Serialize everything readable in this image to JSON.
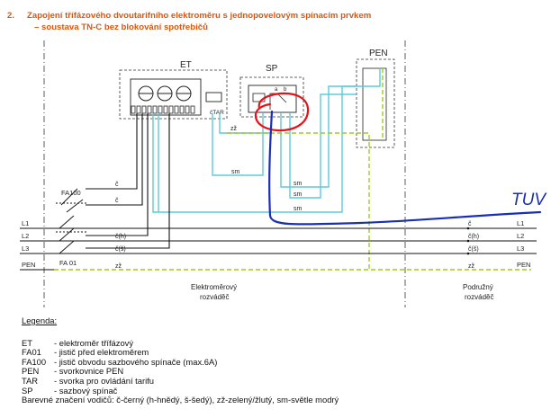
{
  "title": {
    "number": "2.",
    "line1": "Zapojení třífázového dvoutarifního elektroměru s jednopovelovým spínacím prvkem",
    "line2": "– soustava TN-C bez blokování spotřebičů"
  },
  "blocks": {
    "et": "ET",
    "sp": "SP",
    "pen": "PEN",
    "tar": "čTAR",
    "sp_a": "a",
    "sp_b": "b"
  },
  "breakers": {
    "fa100": "FA100",
    "fa01": "FA 01"
  },
  "lines": {
    "l1": "L1",
    "l2": "L2",
    "l3": "L3",
    "pen": "PEN",
    "l1_r": "L1",
    "l2_r": "L2",
    "l3_r": "L3",
    "pen_r": "PEN"
  },
  "wire_labels": {
    "c_top": "č",
    "c_mid": "č",
    "ch": "č(h)",
    "cs": "č(š)",
    "zz_bottom": "zž",
    "zz_top": "zž",
    "sm1": "sm",
    "sm2": "sm",
    "sm3": "sm",
    "sm4": "sm",
    "r_c": "č",
    "r_ch": "č(h)",
    "r_cs": "č(š)",
    "r_zz": "zž"
  },
  "panels": {
    "meter_board": [
      "Elektroměrový",
      "rozváděč"
    ],
    "sub_board": [
      "Podružný",
      "rozváděč"
    ]
  },
  "annotation": "TUV",
  "legend": {
    "heading": "Legenda:",
    "items": [
      {
        "abbr": "ET",
        "text": "- elektroměr třífázový"
      },
      {
        "abbr": "FA01",
        "text": "- jistič před elektroměrem"
      },
      {
        "abbr": "FA100",
        "text": "- jistič obvodu sazbového spínače (max.6A)"
      },
      {
        "abbr": "PEN",
        "text": "- svorkovnice PEN"
      },
      {
        "abbr": "TAR",
        "text": "- svorka pro ovládání tarifu"
      },
      {
        "abbr": "SP",
        "text": "- sazbový spínač"
      }
    ],
    "colors_note": "Barevné značení vodičů: č-černý (h-hnědý, š-šedý), zž-zelený/žlutý, sm-světle modrý"
  },
  "colors": {
    "title": "#d9570f",
    "light_blue": "#5ccbdc",
    "green_yellow": "#9ccc2a",
    "marker_red": "#e0151b",
    "marker_blue": "#1b2fb3",
    "black": "#111111"
  }
}
